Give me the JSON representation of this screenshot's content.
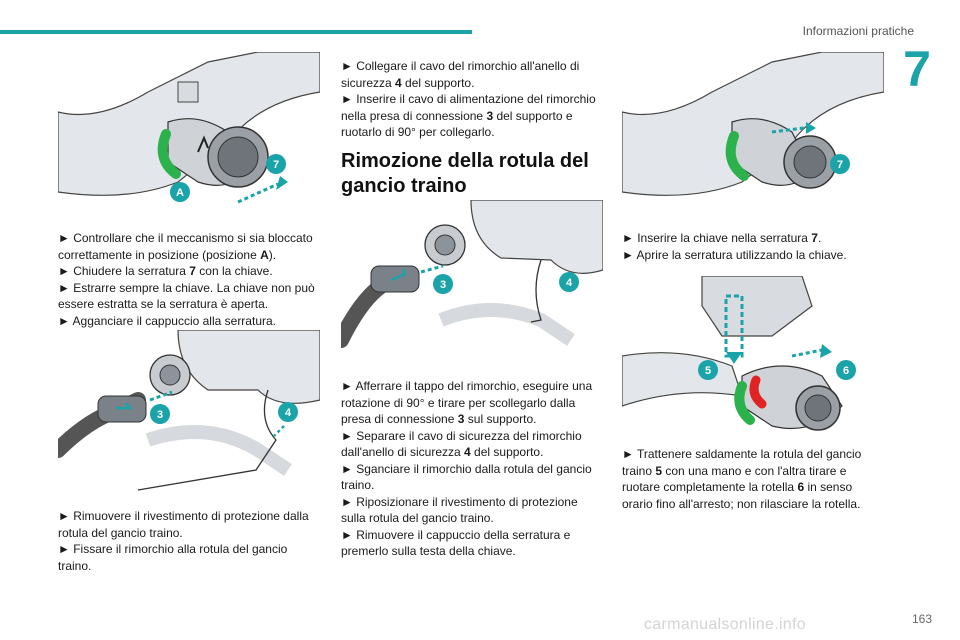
{
  "header": {
    "section_title": "Informazioni pratiche",
    "chapter_number": "7",
    "accent_color": "#1aa3a8"
  },
  "footer": {
    "page_number": "163",
    "watermark": "carmanualsonline.info"
  },
  "figures": {
    "fig1": {
      "labels": [
        "7",
        "A"
      ]
    },
    "fig2": {
      "labels": [
        "3",
        "4"
      ]
    },
    "fig3": {
      "labels": [
        "3",
        "4"
      ]
    },
    "fig4": {
      "labels": [
        "7"
      ]
    },
    "fig5": {
      "labels": [
        "5",
        "6"
      ]
    }
  },
  "col1": {
    "block1": [
      {
        "a": "► Controllare che il meccanismo si sia bloccato correttamente in posizione (posizione ",
        "b": "A",
        "c": ")."
      },
      {
        "a": "► Chiudere la serratura ",
        "b": "7",
        "c": " con la chiave."
      },
      {
        "a": "► Estrarre sempre la chiave. La chiave non può essere estratta se la serratura è aperta.",
        "b": "",
        "c": ""
      },
      {
        "a": "► Agganciare il cappuccio alla serratura.",
        "b": "",
        "c": ""
      }
    ],
    "block2": [
      {
        "a": "► Rimuovere il rivestimento di protezione dalla rotula del gancio traino.",
        "b": "",
        "c": ""
      },
      {
        "a": "► Fissare il rimorchio alla rotula del gancio traino.",
        "b": "",
        "c": ""
      }
    ]
  },
  "col2": {
    "block1": [
      {
        "a": "► Collegare il cavo del rimorchio all'anello di sicurezza ",
        "b": "4",
        "c": " del supporto."
      },
      {
        "a": "► Inserire il cavo di alimentazione del rimorchio nella presa di connessione ",
        "b": "3",
        "c": " del supporto e ruotarlo di 90° per collegarlo."
      }
    ],
    "heading": "Rimozione della rotula del gancio traino",
    "block2": [
      {
        "a": "► Afferrare il tappo del rimorchio, eseguire una rotazione di 90° e tirare per scollegarlo dalla presa di connessione ",
        "b": "3",
        "c": " sul supporto."
      },
      {
        "a": "► Separare il cavo di sicurezza del rimorchio dall'anello di sicurezza ",
        "b": "4",
        "c": " del supporto."
      },
      {
        "a": "► Sganciare il rimorchio dalla rotula del gancio traino.",
        "b": "",
        "c": ""
      },
      {
        "a": "► Riposizionare il rivestimento di protezione sulla rotula del gancio traino.",
        "b": "",
        "c": ""
      },
      {
        "a": "► Rimuovere il cappuccio della serratura e premerlo sulla testa della chiave.",
        "b": "",
        "c": ""
      }
    ]
  },
  "col3": {
    "block1": [
      {
        "a": "► Inserire la chiave nella serratura ",
        "b": "7",
        "c": "."
      },
      {
        "a": "► Aprire la serratura utilizzando la chiave.",
        "b": "",
        "c": ""
      }
    ],
    "block2": [
      {
        "a": "► Trattenere saldamente la rotula del gancio traino ",
        "b": "5",
        "c": " con una mano e con l'altra tirare e ruotare completamente la rotella ",
        "b2": "6",
        "c2": " in senso orario fino all'arresto; non rilasciare la rotella."
      }
    ]
  }
}
